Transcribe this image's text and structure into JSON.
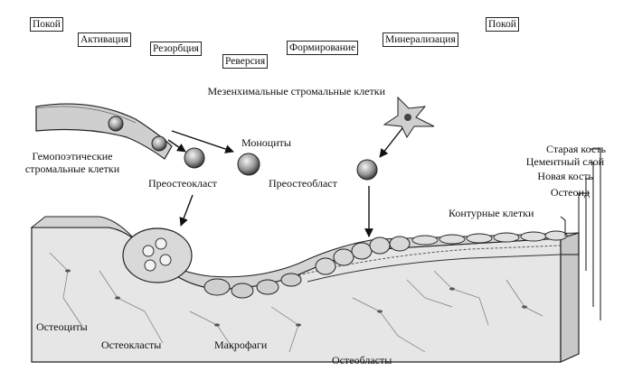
{
  "phases": {
    "rest_start": "Покой",
    "activation": "Активация",
    "resorption": "Резорбция",
    "reversal": "Реверсия",
    "formation": "Формирование",
    "mineralization": "Минерализация",
    "rest_end": "Покой"
  },
  "labels": {
    "msc": "Мезенхимальные стромальные клетки",
    "monocytes": "Моноциты",
    "hsc": "Гемопоэтические стромальные клетки",
    "preosteoclast": "Преостеокласт",
    "preosteoblast": "Преостеобласт",
    "lining_cells": "Контурные клетки",
    "old_bone": "Старая кость",
    "cement_layer": "Цементный слой",
    "new_bone": "Новая кость",
    "osteoid": "Остеоид",
    "osteocytes": "Остеоциты",
    "osteoclasts": "Остеокласты",
    "macrophages": "Макрофаги",
    "osteoblasts": "Остеобласты"
  },
  "colors": {
    "ink": "#111111",
    "bone": "#e9e9e9",
    "bone_shade": "#c9c9c9",
    "cell": "#bdbdbd"
  }
}
